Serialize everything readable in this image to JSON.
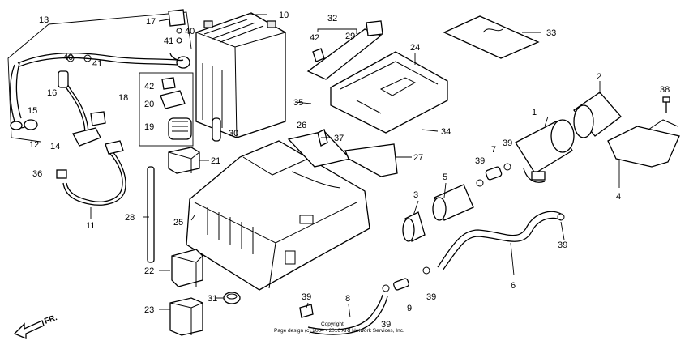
{
  "callouts": [
    {
      "id": "c13",
      "text": "13"
    },
    {
      "id": "c17",
      "text": "17"
    },
    {
      "id": "c40a",
      "text": "40"
    },
    {
      "id": "c41a",
      "text": "41"
    },
    {
      "id": "c10",
      "text": "10"
    },
    {
      "id": "c40b",
      "text": "40"
    },
    {
      "id": "c41b",
      "text": "41"
    },
    {
      "id": "c32",
      "text": "32"
    },
    {
      "id": "c42a",
      "text": "42"
    },
    {
      "id": "c29",
      "text": "29"
    },
    {
      "id": "c33",
      "text": "33"
    },
    {
      "id": "c24",
      "text": "24"
    },
    {
      "id": "c2",
      "text": "2"
    },
    {
      "id": "c38",
      "text": "38"
    },
    {
      "id": "c16",
      "text": "16"
    },
    {
      "id": "c42b",
      "text": "42"
    },
    {
      "id": "c18",
      "text": "18"
    },
    {
      "id": "c20",
      "text": "20"
    },
    {
      "id": "c35",
      "text": "35"
    },
    {
      "id": "c15",
      "text": "15"
    },
    {
      "id": "c19",
      "text": "19"
    },
    {
      "id": "c30",
      "text": "30"
    },
    {
      "id": "c26",
      "text": "26"
    },
    {
      "id": "c37",
      "text": "37"
    },
    {
      "id": "c34",
      "text": "34"
    },
    {
      "id": "c1",
      "text": "1"
    },
    {
      "id": "c12",
      "text": "12"
    },
    {
      "id": "c14",
      "text": "14"
    },
    {
      "id": "c21",
      "text": "21"
    },
    {
      "id": "c27",
      "text": "27"
    },
    {
      "id": "c7",
      "text": "7"
    },
    {
      "id": "c39a",
      "text": "39"
    },
    {
      "id": "c39b",
      "text": "39"
    },
    {
      "id": "c36",
      "text": "36"
    },
    {
      "id": "c5",
      "text": "5"
    },
    {
      "id": "c4",
      "text": "4"
    },
    {
      "id": "c3",
      "text": "3"
    },
    {
      "id": "c28",
      "text": "28"
    },
    {
      "id": "c25",
      "text": "25"
    },
    {
      "id": "c11",
      "text": "11"
    },
    {
      "id": "c39c",
      "text": "39"
    },
    {
      "id": "c22",
      "text": "22"
    },
    {
      "id": "c6",
      "text": "6"
    },
    {
      "id": "c31",
      "text": "31"
    },
    {
      "id": "c39d",
      "text": "39"
    },
    {
      "id": "c8",
      "text": "8"
    },
    {
      "id": "c39e",
      "text": "39"
    },
    {
      "id": "c9",
      "text": "9"
    },
    {
      "id": "c39f",
      "text": "39"
    },
    {
      "id": "c23",
      "text": "23"
    }
  ],
  "direction_label": "FR.",
  "copyright_line1": "Copyright",
  "copyright_line2": "Page design (c) 2004 - 2016 ARI Network Services, Inc."
}
